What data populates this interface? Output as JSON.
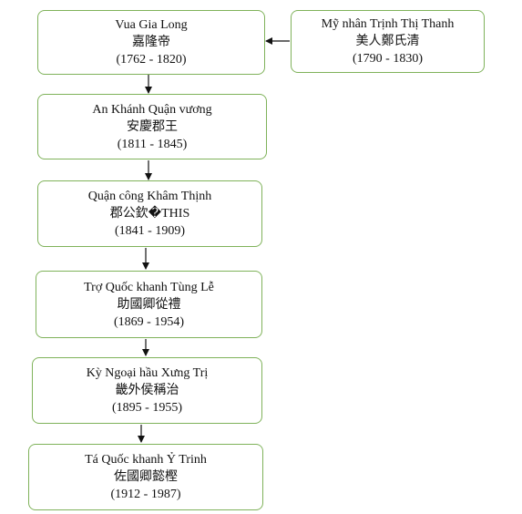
{
  "nodes": [
    {
      "id": "gia-long",
      "name": "Vua Gia Long",
      "han": "嘉隆帝",
      "years": "(1762 - 1820)"
    },
    {
      "id": "trinh-thi-thanh",
      "name": "Mỹ nhân Trịnh Thị Thanh",
      "han": "美人鄭氏清",
      "years": "(1790 - 1830)"
    },
    {
      "id": "an-khanh",
      "name": "An Khánh Quận vương",
      "han": "安慶郡王",
      "years": "(1811 - 1845)"
    },
    {
      "id": "kham-thinh",
      "name": "Quận công Khâm Thịnh",
      "han": "郡公欽�THIS",
      "years": "(1841 - 1909)"
    },
    {
      "id": "tung-le",
      "name": "Trợ Quốc khanh Tùng Lễ",
      "han": "助國卿從禮",
      "years": "(1869 - 1954)"
    },
    {
      "id": "xung-tri",
      "name": "Kỳ Ngoại hầu Xưng Trị",
      "han": "畿外侯稱治",
      "years": "(1895 - 1955)"
    },
    {
      "id": "y-trinh",
      "name": "Tá Quốc khanh Ỷ Trinh",
      "han": "佐國卿懿樫",
      "years": "(1912 - 1987)"
    }
  ]
}
